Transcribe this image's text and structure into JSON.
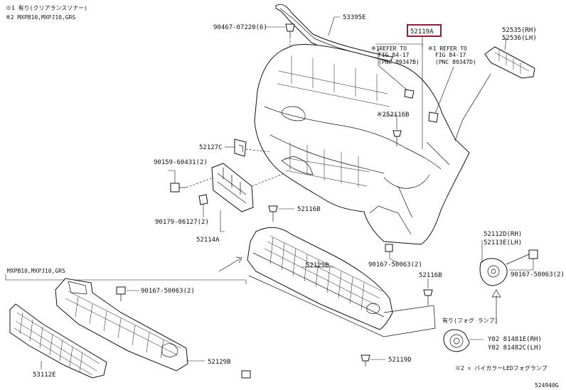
{
  "notes": {
    "note1": "※1 有り(クリアランスソナー)",
    "note2": "※2 MXPB10,MXPJ10,GRS"
  },
  "labels": {
    "p53395E": "53395E",
    "p52119A": "52119A",
    "p90467": "90467-07220(6)",
    "refer_a1": "※1REFER TO",
    "refer_a2": "FIG 84-17",
    "refer_a3": "(PNC 89347B)",
    "refer_b1": "※1 REFER TO",
    "refer_b2": "FIG 84-17",
    "refer_b3": "(PNC 89347D)",
    "p52535": "52535(RH)",
    "p52536": "52536(LH)",
    "p52116B_a": "※252116B",
    "p52127C": "52127C",
    "p90159": "90159-60431(2)",
    "p90179": "90179-06127(2)",
    "p52114A": "52114A",
    "p52116B_b": "52116B",
    "p52129B_a": "52129B",
    "p90167_a": "90167-50063(2)",
    "p52112D": "52112D(RH)",
    "p52113E": "52113E(LH)",
    "p90167_b": "90167-50063(2)",
    "p52116B_c": "52116B",
    "group_label": "MXPB10,MXPJ10,GRS",
    "p90167_c": "90167-50063(2)",
    "p52129B_b": "52129B",
    "p53112E": "53112E",
    "p52119D": "52119D",
    "fog_note": "有り(フォグ ランプ)",
    "p81481E": "Y02  81481E(RH)",
    "p81482C": "Y02  81482C(LH)",
    "footnote": "※2 = バイカラーLEDフォグランプ",
    "figure_code": "524940G"
  },
  "colors": {
    "highlight": "#9b1b30",
    "line": "#111111"
  }
}
